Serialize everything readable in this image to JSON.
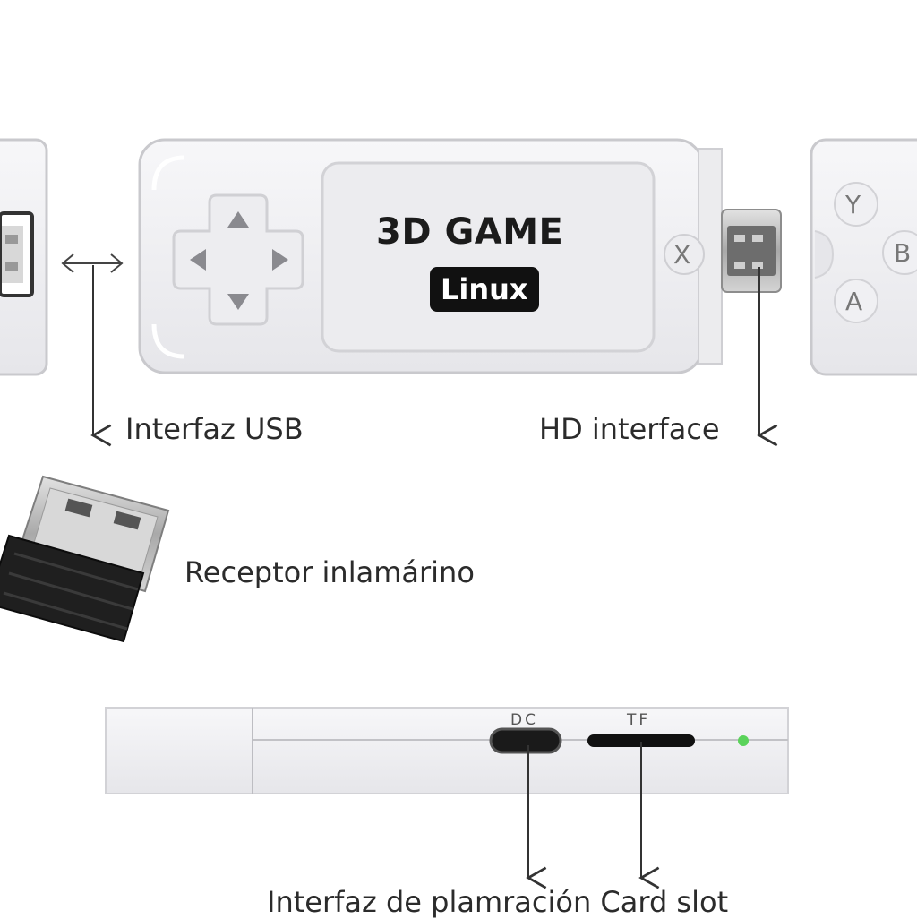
{
  "device": {
    "brand_text": "3D GAME",
    "os_badge": "Linux",
    "buttons": {
      "x": "X",
      "y": "Y",
      "b": "B",
      "a": "A"
    }
  },
  "labels": {
    "usb_interface": "Interfaz USB",
    "hd_interface": "HD interface",
    "wireless_receiver": "Receptor inlamárino",
    "bottom_ports": "Interfaz de plamración Card slot"
  },
  "ports": {
    "dc": "DC",
    "tf": "TF"
  },
  "colors": {
    "body": "#f0f0f2",
    "outline": "#c9c9cd",
    "led": "#5ad35a",
    "badge": "#111111"
  }
}
